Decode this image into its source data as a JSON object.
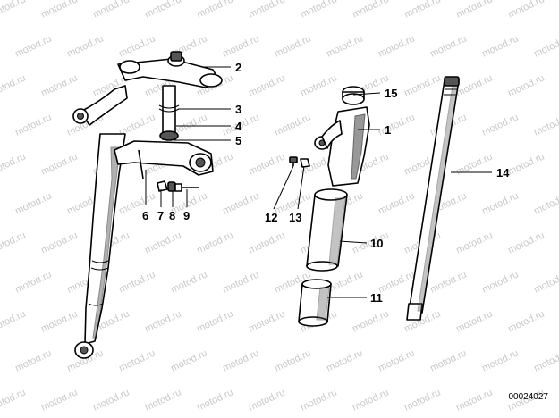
{
  "diagram": {
    "watermark_text": "motod.ru",
    "diagram_id": "00024027",
    "callouts": [
      {
        "id": "c1",
        "label": "1"
      },
      {
        "id": "c2",
        "label": "2"
      },
      {
        "id": "c3",
        "label": "3"
      },
      {
        "id": "c4",
        "label": "4"
      },
      {
        "id": "c5",
        "label": "5"
      },
      {
        "id": "c6",
        "label": "6"
      },
      {
        "id": "c7",
        "label": "7"
      },
      {
        "id": "c8",
        "label": "8"
      },
      {
        "id": "c9",
        "label": "9"
      },
      {
        "id": "c10",
        "label": "10"
      },
      {
        "id": "c11",
        "label": "11"
      },
      {
        "id": "c12",
        "label": "12"
      },
      {
        "id": "c13",
        "label": "13"
      },
      {
        "id": "c14",
        "label": "14"
      },
      {
        "id": "c15",
        "label": "15"
      }
    ]
  },
  "colors": {
    "line": "#000000",
    "shade": "#555555",
    "background": "#ffffff",
    "watermark": "#c9c9c9"
  }
}
